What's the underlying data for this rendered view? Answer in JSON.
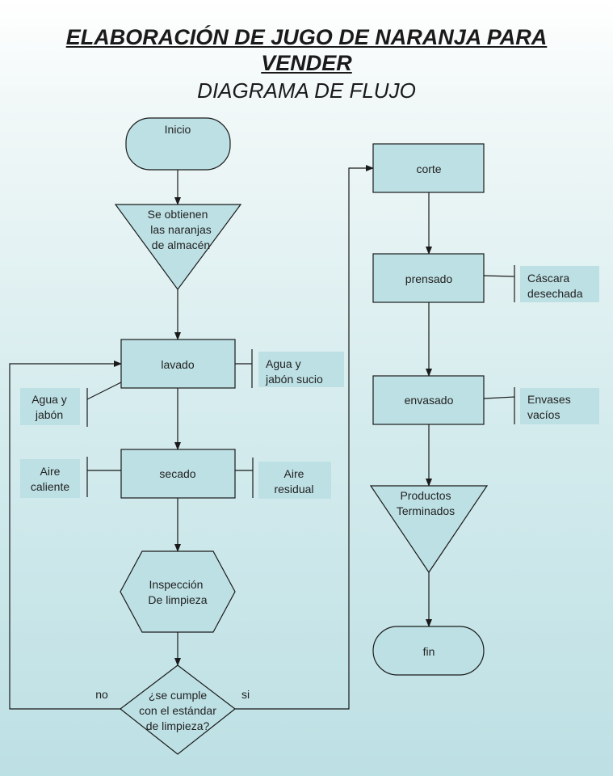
{
  "title": {
    "line1": "ELABORACIÓN DE JUGO DE NARANJA PARA",
    "line2": "VENDER",
    "line3": "DIAGRAMA DE FLUJO"
  },
  "nodes": {
    "inicio": "Inicio",
    "obtienen": [
      "Se obtienen",
      "las naranjas",
      "de almacén"
    ],
    "lavado": "lavado",
    "secado": "secado",
    "inspeccion": [
      "Inspección",
      "De limpieza"
    ],
    "decision": [
      "¿se cumple",
      "con el estándar",
      "de limpieza?"
    ],
    "corte": "corte",
    "prensado": "prensado",
    "envasado": "envasado",
    "productos": [
      "Productos",
      "Terminados"
    ],
    "fin": "fin"
  },
  "side_labels": {
    "agua_jabon_sucio": [
      "Agua y",
      "jabón sucio"
    ],
    "agua_jabon": [
      "Agua y",
      "jabón"
    ],
    "aire_caliente": [
      "Aire",
      "caliente"
    ],
    "aire_residual": [
      "Aire",
      "residual"
    ],
    "cascara": [
      "Cáscara",
      "desechada"
    ],
    "envases": [
      "Envases",
      "vacíos"
    ]
  },
  "branch_labels": {
    "no": "no",
    "si": "si"
  }
}
